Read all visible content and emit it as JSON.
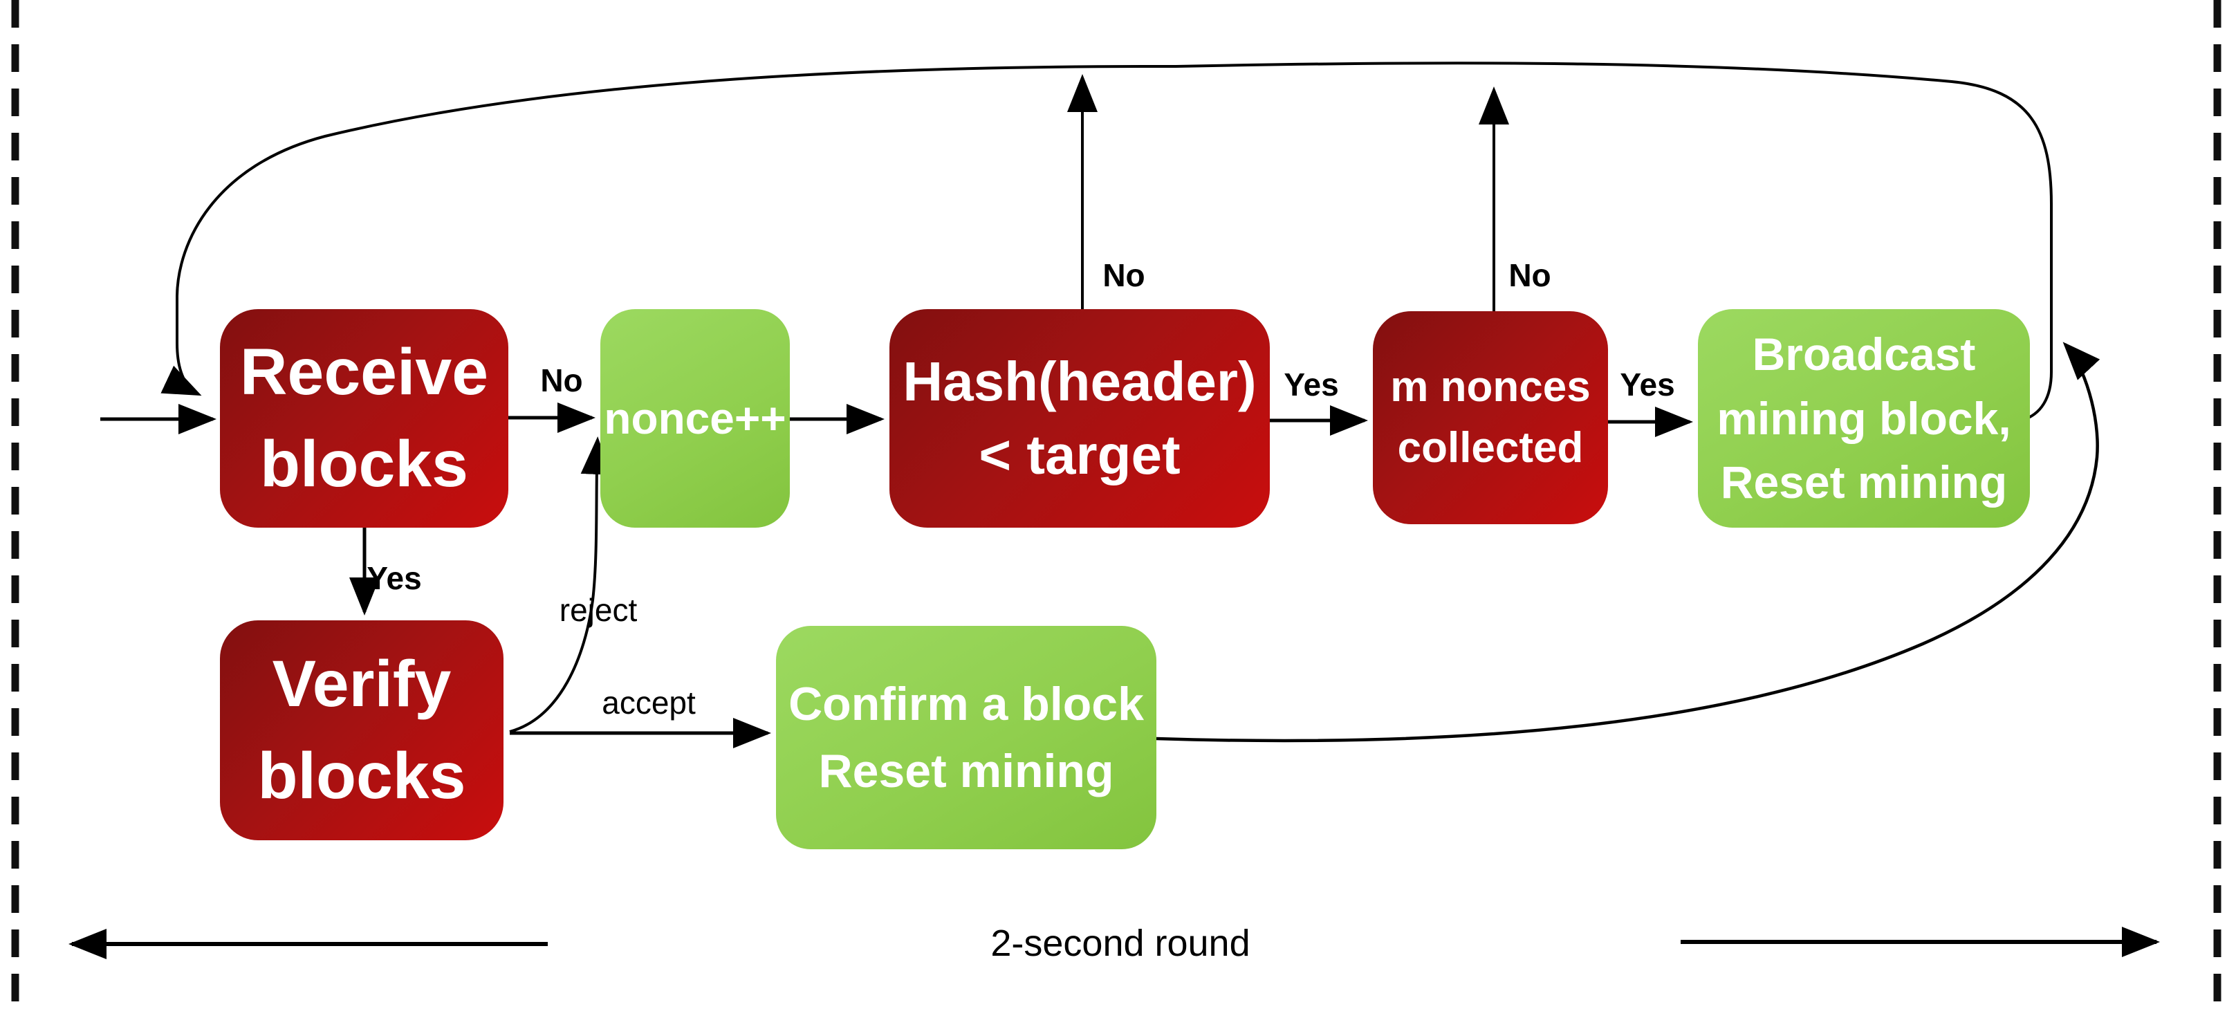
{
  "diagram": {
    "nodes": {
      "receive": {
        "type": "red",
        "lines": [
          "Receive",
          "blocks"
        ]
      },
      "nonce": {
        "type": "green",
        "lines": [
          "nonce++"
        ]
      },
      "hash": {
        "type": "red",
        "lines": [
          "Hash(header)",
          "< target"
        ]
      },
      "mnonces": {
        "type": "red",
        "lines": [
          "m nonces",
          "collected"
        ]
      },
      "broadcast": {
        "type": "green",
        "lines": [
          "Broadcast",
          "mining block,",
          "Reset mining"
        ]
      },
      "verify": {
        "type": "red",
        "lines": [
          "Verify",
          "blocks"
        ]
      },
      "confirm": {
        "type": "green",
        "lines": [
          "Confirm a block",
          "Reset mining"
        ]
      }
    },
    "edge_labels": {
      "receive_no": "No",
      "hash_no": "No",
      "mnonces_no": "No",
      "hash_yes": "Yes",
      "mnonces_yes": "Yes",
      "receive_yes": "Yes",
      "reject": "reject",
      "accept": "accept"
    },
    "caption": "2-second round",
    "colors": {
      "node_red_dark": "#8e1010",
      "node_red_bright": "#c90d0d",
      "node_green": "#92d050",
      "line": "#000000",
      "text_on_node": "#ffffff",
      "label_text": "#000000",
      "background": "#ffffff"
    }
  }
}
